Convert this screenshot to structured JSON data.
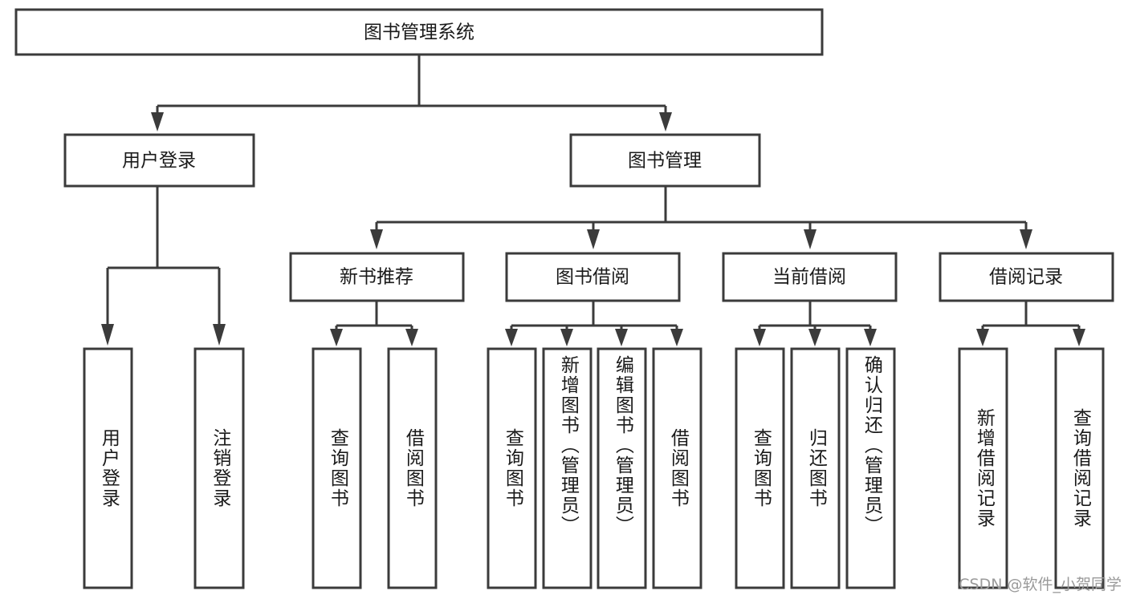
{
  "diagram": {
    "title": "图书管理系统",
    "type": "tree",
    "orientation": "top-down",
    "colors": {
      "box_fill": "#ffffff",
      "box_stroke": "#3b3b3b",
      "connector": "#3b3b3b",
      "text": "#1a1a1a",
      "watermark": "#9a9a9a",
      "background": "#ffffff"
    },
    "root": {
      "label": "图书管理系统",
      "orientation": "horizontal"
    },
    "level2": [
      {
        "id": "user-login",
        "label": "用户登录",
        "orientation": "horizontal"
      },
      {
        "id": "book-management",
        "label": "图书管理",
        "orientation": "horizontal"
      }
    ],
    "level3": [
      {
        "id": "new-book-recommend",
        "label": "新书推荐",
        "orientation": "horizontal",
        "parent": "book-management"
      },
      {
        "id": "book-borrow",
        "label": "图书借阅",
        "orientation": "horizontal",
        "parent": "book-management"
      },
      {
        "id": "current-borrow",
        "label": "当前借阅",
        "orientation": "horizontal",
        "parent": "book-management"
      },
      {
        "id": "borrow-record",
        "label": "借阅记录",
        "orientation": "horizontal",
        "parent": "book-management"
      }
    ],
    "leaves": [
      {
        "id": "leaf-user-login",
        "label": "用户登录",
        "parent": "user-login",
        "orientation": "vertical"
      },
      {
        "id": "leaf-user-logout",
        "label": "注销登录",
        "parent": "user-login",
        "orientation": "vertical"
      },
      {
        "id": "leaf-query-book-1",
        "label": "查询图书",
        "parent": "new-book-recommend",
        "orientation": "vertical"
      },
      {
        "id": "leaf-borrow-book-1",
        "label": "借阅图书",
        "parent": "new-book-recommend",
        "orientation": "vertical"
      },
      {
        "id": "leaf-query-book-2",
        "label": "查询图书",
        "parent": "book-borrow",
        "orientation": "vertical"
      },
      {
        "id": "leaf-add-book",
        "label": "新增图书（管理员）",
        "parent": "book-borrow",
        "orientation": "vertical"
      },
      {
        "id": "leaf-edit-book",
        "label": "编辑图书（管理员）",
        "parent": "book-borrow",
        "orientation": "vertical"
      },
      {
        "id": "leaf-borrow-book-2",
        "label": "借阅图书",
        "parent": "book-borrow",
        "orientation": "vertical"
      },
      {
        "id": "leaf-query-book-3",
        "label": "查询图书",
        "parent": "current-borrow",
        "orientation": "vertical"
      },
      {
        "id": "leaf-return-book",
        "label": "归还图书",
        "parent": "current-borrow",
        "orientation": "vertical"
      },
      {
        "id": "leaf-confirm-return",
        "label": "确认归还（管理员）",
        "parent": "current-borrow",
        "orientation": "vertical"
      },
      {
        "id": "leaf-add-record",
        "label": "新增借阅记录",
        "parent": "borrow-record",
        "orientation": "vertical"
      },
      {
        "id": "leaf-query-record",
        "label": "查询借阅记录",
        "parent": "borrow-record",
        "orientation": "vertical"
      }
    ],
    "watermark": "CSDN @软件_小贺同学"
  }
}
